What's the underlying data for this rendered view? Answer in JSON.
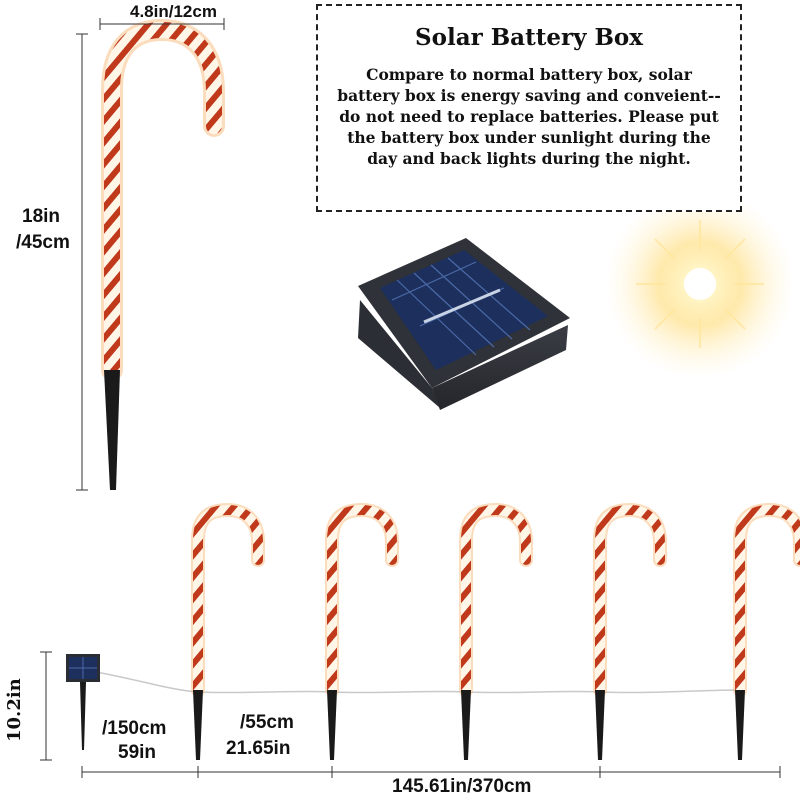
{
  "dimensions": {
    "top_width": "4.8in/12cm",
    "height_in": "18in",
    "height_cm": "/45cm",
    "stake_height": "10.2in",
    "lead_cm": "/150cm",
    "lead_in": "59in",
    "spacing_cm": "/55cm",
    "spacing_in": "21.65in",
    "total_length": "145.61in/370cm"
  },
  "info_box": {
    "title": "Solar Battery Box",
    "body": "Compare to normal battery box, solar battery box is energy saving and conveient-- do not need to replace batteries. Please put the battery box under sunlight during the day and back lights during the night."
  },
  "colors": {
    "cane_red": "#c0391b",
    "cane_white": "#fff6e8",
    "glow": "#ffb347",
    "sun": "#ffe9a8",
    "solar_box": "#2a2d33",
    "solar_panel": "#1d2f5c"
  },
  "icons": [
    "candy-cane-icon",
    "solar-panel-icon",
    "sun-icon"
  ]
}
